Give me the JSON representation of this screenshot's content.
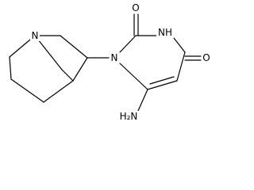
{
  "molecule": {
    "atom_labels": {
      "quinuclidine_n": "N",
      "ring_n1": "N",
      "ring_n3": "NH",
      "carbonyl_o2": "O",
      "carbonyl_o4": "O",
      "amino": "H₂N"
    },
    "colors": {
      "bond": "#000000",
      "label": "#000000",
      "background": "#ffffff"
    }
  }
}
